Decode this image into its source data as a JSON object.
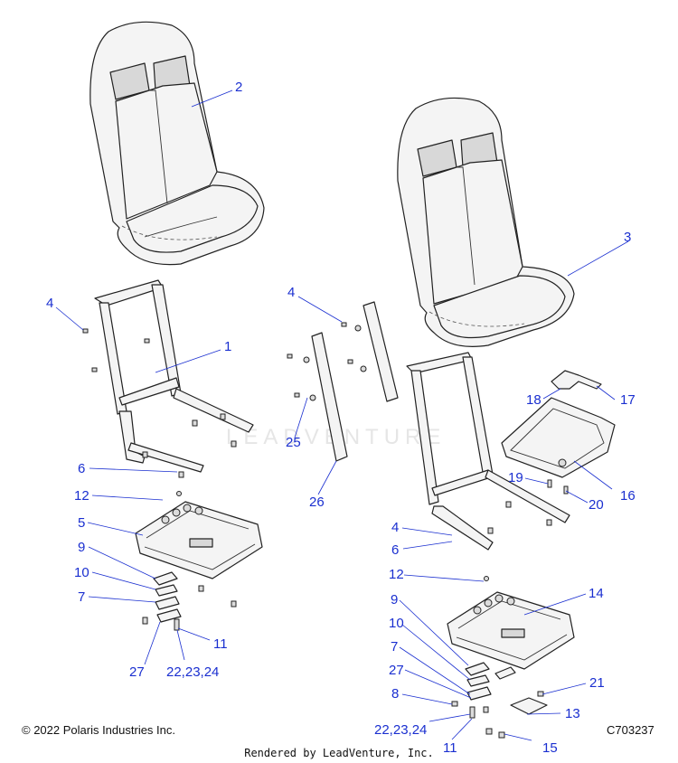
{
  "callouts": {
    "c1": "1",
    "c2": "2",
    "c3": "3",
    "c4a": "4",
    "c4b": "4",
    "c4c": "4",
    "c5": "5",
    "c6a": "6",
    "c6b": "6",
    "c7a": "7",
    "c7b": "7",
    "c8": "8",
    "c9a": "9",
    "c9b": "9",
    "c10a": "10",
    "c10b": "10",
    "c11a": "11",
    "c11b": "11",
    "c12a": "12",
    "c12b": "12",
    "c13": "13",
    "c14": "14",
    "c15": "15",
    "c16": "16",
    "c17": "17",
    "c18": "18",
    "c19": "19",
    "c20": "20",
    "c21": "21",
    "c22a": "22,23,24",
    "c22b": "22,23,24",
    "c25": "25",
    "c26": "26",
    "c27a": "27",
    "c27b": "27"
  },
  "watermark": "LEADVENTURE",
  "footer": {
    "copyright": "© 2022 Polaris Industries Inc.",
    "figure_id": "C703237",
    "rendered_by": "Rendered by LeadVenture, Inc."
  },
  "colors": {
    "callout": "#1a2fd0",
    "line": "#222222"
  }
}
